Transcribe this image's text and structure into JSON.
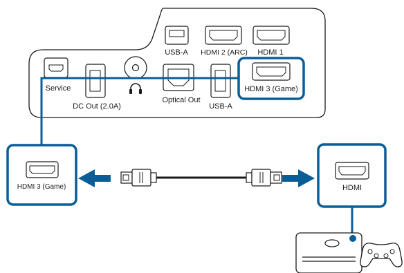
{
  "panel": {
    "ports": {
      "usb_a_top": "USB-A",
      "hdmi2": "HDMI 2 (ARC)",
      "hdmi1": "HDMI 1",
      "hdmi3": "HDMI 3 (Game)",
      "service": "Service",
      "dc_out": "DC Out (2.0A)",
      "optical_out": "Optical Out",
      "usb_a_bottom": "USB-A"
    }
  },
  "callouts": {
    "left_label": "HDMI 3 (Game)",
    "right_label": "HDMI"
  },
  "colors": {
    "accent_blue": "#0b5d96",
    "outline": "#1a1a1a",
    "panel_fill": "#ffffff"
  },
  "icons": [
    "headphone-icon",
    "game-controller-icon",
    "game-console-icon",
    "hdmi-cable-icon"
  ]
}
